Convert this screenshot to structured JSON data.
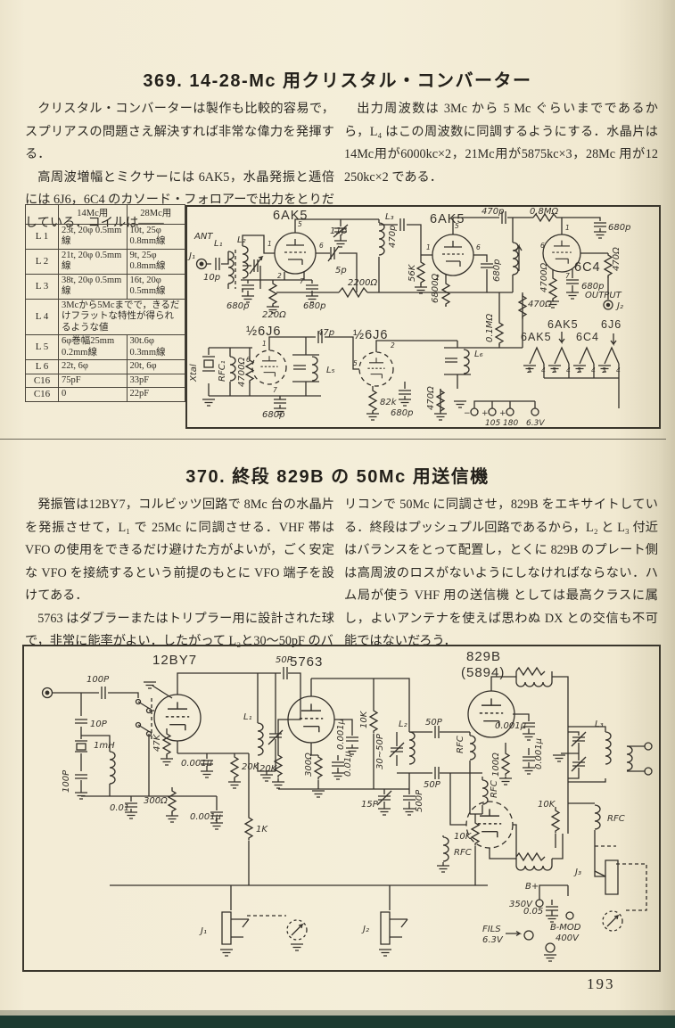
{
  "page": {
    "number": "193"
  },
  "s369": {
    "title": "369.  14-28-Mc 用クリスタル・コンバーター",
    "para_left_1": "クリスタル・コンバーターは製作も比較的容易で，スプリアスの問題さえ解決すれば非常な偉力を発揮する．",
    "para_left_2": "高周波増幅とミクサーには 6AK5，水晶発振と逓倍には 6J6，6C4 のカソード・フォロアーで出力をとりだしている．コイルは――",
    "para_right": "出力周波数は 3Mc から 5 Mc ぐらいまでであるから，L₄ はこの周波数に同調するようにする．水晶片は 14Mc用が6000kc×2，21Mc用が5875kc×3，28Mc 用が12 250kc×2 である．",
    "table": {
      "col14": "14Mc用",
      "col28": "28Mc用",
      "rows": [
        {
          "label": "L 1",
          "c14": "23t, 20φ 0.5mm線",
          "c28": "10t, 25φ 0.8mm線"
        },
        {
          "label": "L 2",
          "c14": "21t, 20φ 0.5mm線",
          "c28": "9t, 25φ 0.8mm線"
        },
        {
          "label": "L 3",
          "c14": "38t, 20φ 0.5mm線",
          "c28": "16t, 20φ 0.5mm線"
        },
        {
          "label": "L 4",
          "span": "3Mcから5Mcまでで，きるだけフラットな特性が得られるような値"
        },
        {
          "label": "L 5",
          "c14": "6φ巻幅25mm 0.2mm線",
          "c28": "30t.6φ 0.3mm線"
        },
        {
          "label": "L 6",
          "c14": "22t, 6φ",
          "c28": "20t, 6φ"
        },
        {
          "label": "C16",
          "c14": "75pF",
          "c28": "33pF"
        },
        {
          "label": "C16",
          "c14": "0",
          "c28": "22pF"
        }
      ]
    },
    "sch": {
      "ant": "ANT",
      "j1": "J₁",
      "j2": "J₂",
      "l1": "L₁",
      "l2": "L₂",
      "l3": "L₃",
      "l5": "L₅",
      "l6": "L₆",
      "c10p": "10p",
      "c11p": "11p",
      "c5p": "5p",
      "c680": "680p",
      "c470p": "470p",
      "c47p": "47p",
      "r220": "220Ω",
      "r2200": "2200Ω",
      "r56k": "56K",
      "r6800": "6800Ω",
      "r08m": "0.8MΩ",
      "r4700": "4700Ω",
      "r470": "470Ω",
      "r01m": "0.1MΩ",
      "r82k": "82k",
      "t1": "6AK5",
      "t3": "6C4",
      "t45": "½6J6",
      "j6": "6J6",
      "xtal": "Xtal",
      "rfc1": "RFC₁",
      "out": "OUTPUT",
      "minus": "−",
      "plus": "+",
      "v105": "105",
      "v180": "180",
      "v63": "6.3V",
      "p1": "1",
      "p2": "2",
      "p3": "3",
      "p4": "4",
      "p5": "5",
      "p6": "6",
      "p7": "7"
    }
  },
  "s370": {
    "title": "370.  終段 829B の 50Mc 用送信機",
    "para_left_1": "発振管は12BY7，コルビッツ回路で 8Mc 台の水晶片を発振させて，L₁ で 25Mc に同調させる．VHF 帯は VFO の使用をできるだけ避けた方がよいが，ごく安定な VFO を接続するという前提のもとに VFO 端子を設けてある．",
    "para_left_2": "5763 はダブラーまたはトリプラー用に設計された球で，非常に能率がよい．したがって L₂と30〜50pF のバ",
    "para_right": "リコンで 50Mc に同調させ，829B をエキサイトしている．終段はプッシュプル回路であるから，L₂ と L₃ 付近はバランスをとって配置し，とくに 829B のプレート側は高周波のロスがないようにしなければならない．ハム局が使う VHF 用の送信機 としては最高クラスに属し，よいアンテナを使えば思わぬ DX との交信も不可能ではないだろう．",
    "sch": {
      "t1": "12BY7",
      "t2": "5763",
      "t3": "829B",
      "t3b": "(5894)",
      "c100p": "100P",
      "c10p": "10P",
      "l1mh": "1mH",
      "c001": "0.01",
      "r300": "300Ω",
      "r47k": "47K",
      "c0001": "0.001μ",
      "c001u": "0.01μ",
      "r20k": "20K",
      "r10k": "10K",
      "r1k": "1K",
      "r100": "100Ω",
      "l1": "L₁",
      "l2": "L₂",
      "l3": "L₃",
      "c50p": "50P",
      "c3050": "30~50P",
      "c15p": "15P",
      "c500p": "500P",
      "rfc": "RFC",
      "c005": "0.05",
      "j1": "J₁",
      "j2": "J₂",
      "j3": "J₃",
      "bplus": "B+",
      "v350": "350V",
      "fils": "FILS",
      "v63": "6.3V",
      "bmod": "B-MOD",
      "v400": "400V"
    }
  }
}
